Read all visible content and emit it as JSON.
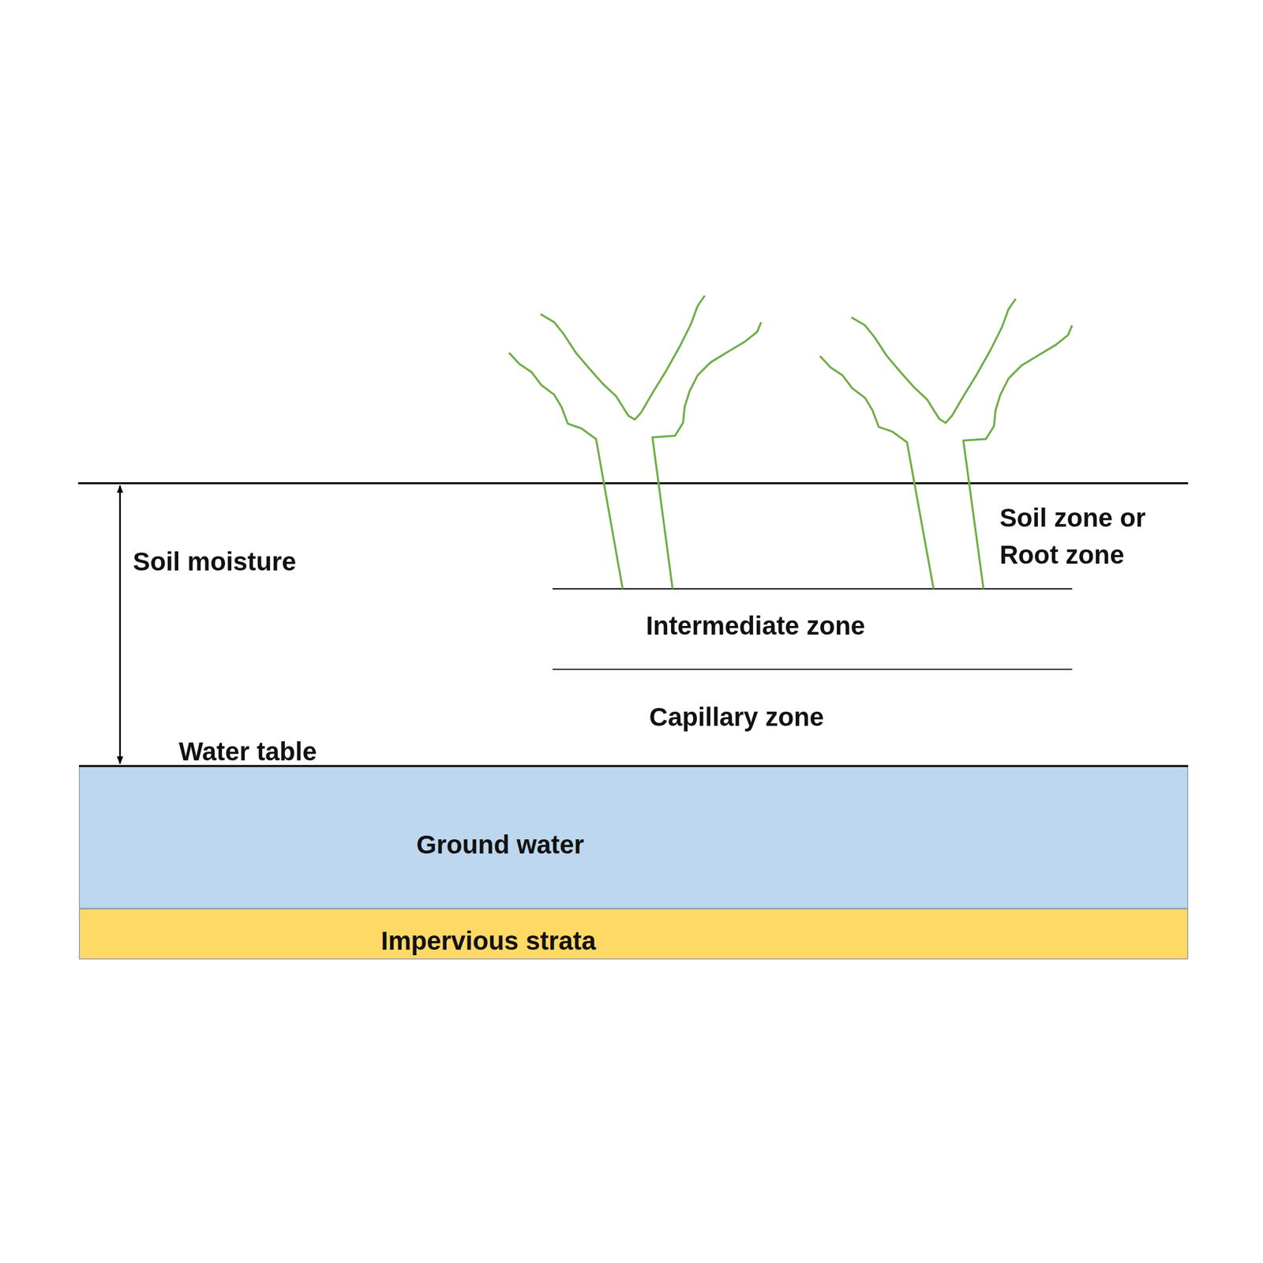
{
  "diagram": {
    "nodes": [
      {
        "text": [
          "Ground water"
        ]
      },
      {
        "text": [
          "Impervious strata"
        ]
      }
    ],
    "labels": [
      "Soil moisture",
      "Water table",
      "Soil zone or Root zone",
      "Intermediate zone",
      "Capillary zone"
    ]
  }
}
